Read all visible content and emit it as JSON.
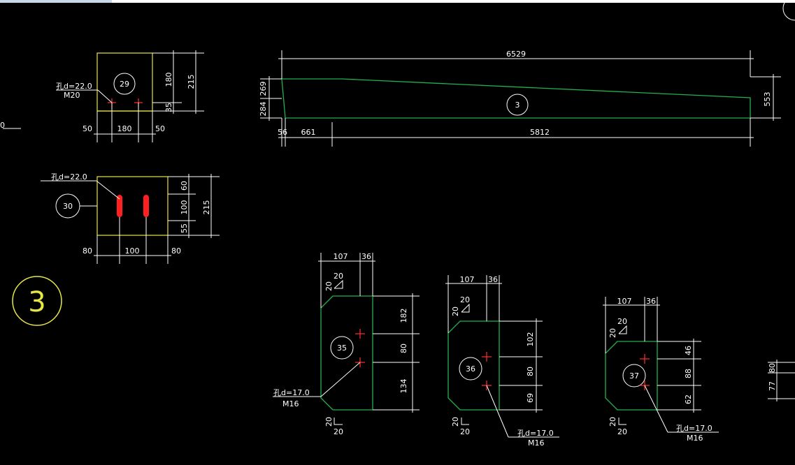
{
  "window": {
    "title": ""
  },
  "colors": {
    "background": "#000000",
    "plate_outline": "#22b14c",
    "stiffener_outline": "#e6e64a",
    "dimension": "#ffffff",
    "hole": "#ff3030"
  },
  "drawing": {
    "partial_left_value": "0",
    "plate29": {
      "id": "29",
      "hole_note": "孔d=22.0",
      "bolt": "M20",
      "dims": {
        "d180v": "180",
        "d215v": "215",
        "d35v": "35",
        "d50l": "50",
        "d180h": "180",
        "d50r": "50"
      }
    },
    "plate30": {
      "id": "30",
      "hole_note": "孔d=22.0",
      "dims": {
        "d60v": "60",
        "d100v": "100",
        "d55v": "55",
        "d215v": "215",
        "d80l": "80",
        "d100h": "100",
        "d80r": "80"
      }
    },
    "plate3": {
      "id": "3",
      "dims": {
        "d6529": "6529",
        "d269": "269",
        "d284": "284",
        "d553": "553",
        "d56": "56",
        "d661": "661",
        "d5812": "5812"
      }
    },
    "section_marker": "3",
    "plate35": {
      "id": "35",
      "hole_note": "孔d=17.0",
      "bolt": "M16",
      "dims": {
        "d107": "107",
        "d36": "36",
        "d182": "182",
        "d80": "80",
        "d134": "134",
        "chamfer_top_a": "20",
        "chamfer_top_b": "20",
        "chamfer_bot_a": "20",
        "chamfer_bot_b": "20"
      }
    },
    "plate36": {
      "id": "36",
      "hole_note": "孔d=17.0",
      "bolt": "M16",
      "dims": {
        "d107": "107",
        "d36": "36",
        "d102": "102",
        "d80": "80",
        "d69": "69",
        "chamfer_top_a": "20",
        "chamfer_top_b": "20",
        "chamfer_bot_a": "20",
        "chamfer_bot_b": "20"
      }
    },
    "plate37": {
      "id": "37",
      "hole_note": "孔d=17.0",
      "bolt": "M16",
      "dims": {
        "d107": "107",
        "d36": "36",
        "d46": "46",
        "d88": "88",
        "d62": "62",
        "chamfer_top_a": "20",
        "chamfer_top_b": "20",
        "chamfer_bot_a": "20",
        "chamfer_bot_b": "20"
      }
    },
    "partial_right": {
      "d80": "80",
      "d77": "77"
    }
  }
}
